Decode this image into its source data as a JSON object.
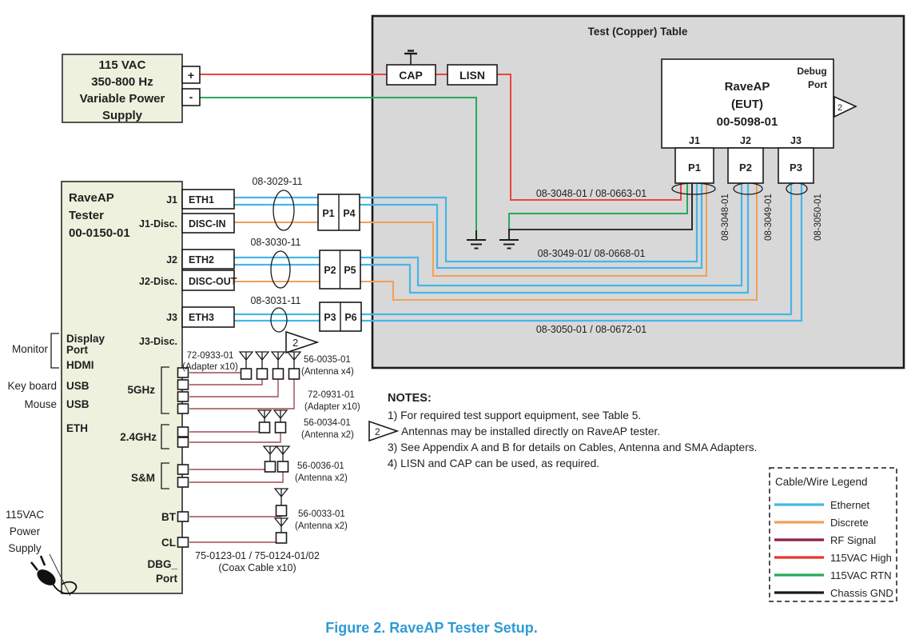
{
  "table_title": "Test (Copper) Table",
  "psu": {
    "lines": [
      "115 VAC",
      "350-800 Hz",
      "Variable Power",
      "Supply"
    ],
    "plus": "+",
    "minus": "-"
  },
  "cap_label": "CAP",
  "lisn_label": "LISN",
  "eut": {
    "name": "RaveAP",
    "sub": "(EUT)",
    "part": "00-5098-01",
    "debug": [
      "Debug",
      "Port"
    ],
    "jacks": [
      "J1",
      "J2",
      "J3"
    ],
    "plugs": [
      "P1",
      "P2",
      "P3"
    ],
    "bundles": [
      "08-3048-01",
      "08-3049-01",
      "08-3050-01"
    ]
  },
  "cable_runs": {
    "p1": "08-3048-01 / 08-0663-01",
    "p2": "08-3049-01/ 08-0668-01",
    "p3": "08-3050-01 / 08-0672-01"
  },
  "tester": {
    "name": [
      "RaveAP",
      "Tester",
      "00-0150-01"
    ],
    "jacks": [
      "J1",
      "J1-Disc.",
      "J2",
      "J2-Disc.",
      "J3",
      "J3-Disc."
    ],
    "conns": [
      "ETH1",
      "DISC-IN",
      "ETH2",
      "DISC-OUT",
      "ETH3"
    ],
    "cables": [
      "08-3029-11",
      "08-3030-11",
      "08-3031-11"
    ],
    "pairs": [
      [
        "P1",
        "P4"
      ],
      [
        "P2",
        "P5"
      ],
      [
        "P3",
        "P6"
      ]
    ],
    "io": [
      "Display",
      "Port",
      "HDMI",
      "USB",
      "USB",
      "ETH"
    ],
    "rf": [
      "5GHz",
      "2.4GHz",
      "S&M",
      "BT",
      "CL"
    ],
    "dbg": [
      "DBG_",
      "Port"
    ]
  },
  "peripherals": {
    "monitor": "Monitor",
    "keyboard": "Key board",
    "mouse": "Mouse",
    "power": [
      "115VAC",
      "Power",
      "Supply"
    ]
  },
  "parts": {
    "adapter_a": [
      "72-0933-01",
      "(Adapter x10)"
    ],
    "antenna_5g": [
      "56-0035-01",
      "(Antenna x4)"
    ],
    "adapter_b": [
      "72-0931-01",
      "(Adapter x10)"
    ],
    "antenna_24": [
      "56-0034-01",
      "(Antenna x2)"
    ],
    "antenna_sm": [
      "56-0036-01",
      "(Antenna x2)"
    ],
    "antenna_bt": [
      "56-0033-01",
      "(Antenna x2)"
    ],
    "coax": [
      "75-0123-01 / 75-0124-01/02",
      "(Coax Cable x10)"
    ]
  },
  "notes": {
    "title": "NOTES:",
    "n1": "1) For required test support equipment, see Table 5.",
    "n2": "Antennas may be installed directly on RaveAP tester.",
    "n3": "3) See Appendix A and B for details on Cables, Antenna and SMA Adapters.",
    "n4": "4) LISN and CAP can be used, as required."
  },
  "legend": {
    "title": "Cable/Wire Legend",
    "entries": [
      {
        "label": "Ethernet",
        "color": "#45b6e8"
      },
      {
        "label": "Discrete",
        "color": "#f0a05a"
      },
      {
        "label": "RF Signal",
        "color": "#8e1f3c"
      },
      {
        "label": "115VAC High",
        "color": "#ea342c"
      },
      {
        "label": "115VAC RTN",
        "color": "#27a95c"
      },
      {
        "label": "Chassis GND",
        "color": "#1a1a1a"
      }
    ]
  },
  "marker": "2",
  "caption": "Figure 2. RaveAP Tester Setup."
}
